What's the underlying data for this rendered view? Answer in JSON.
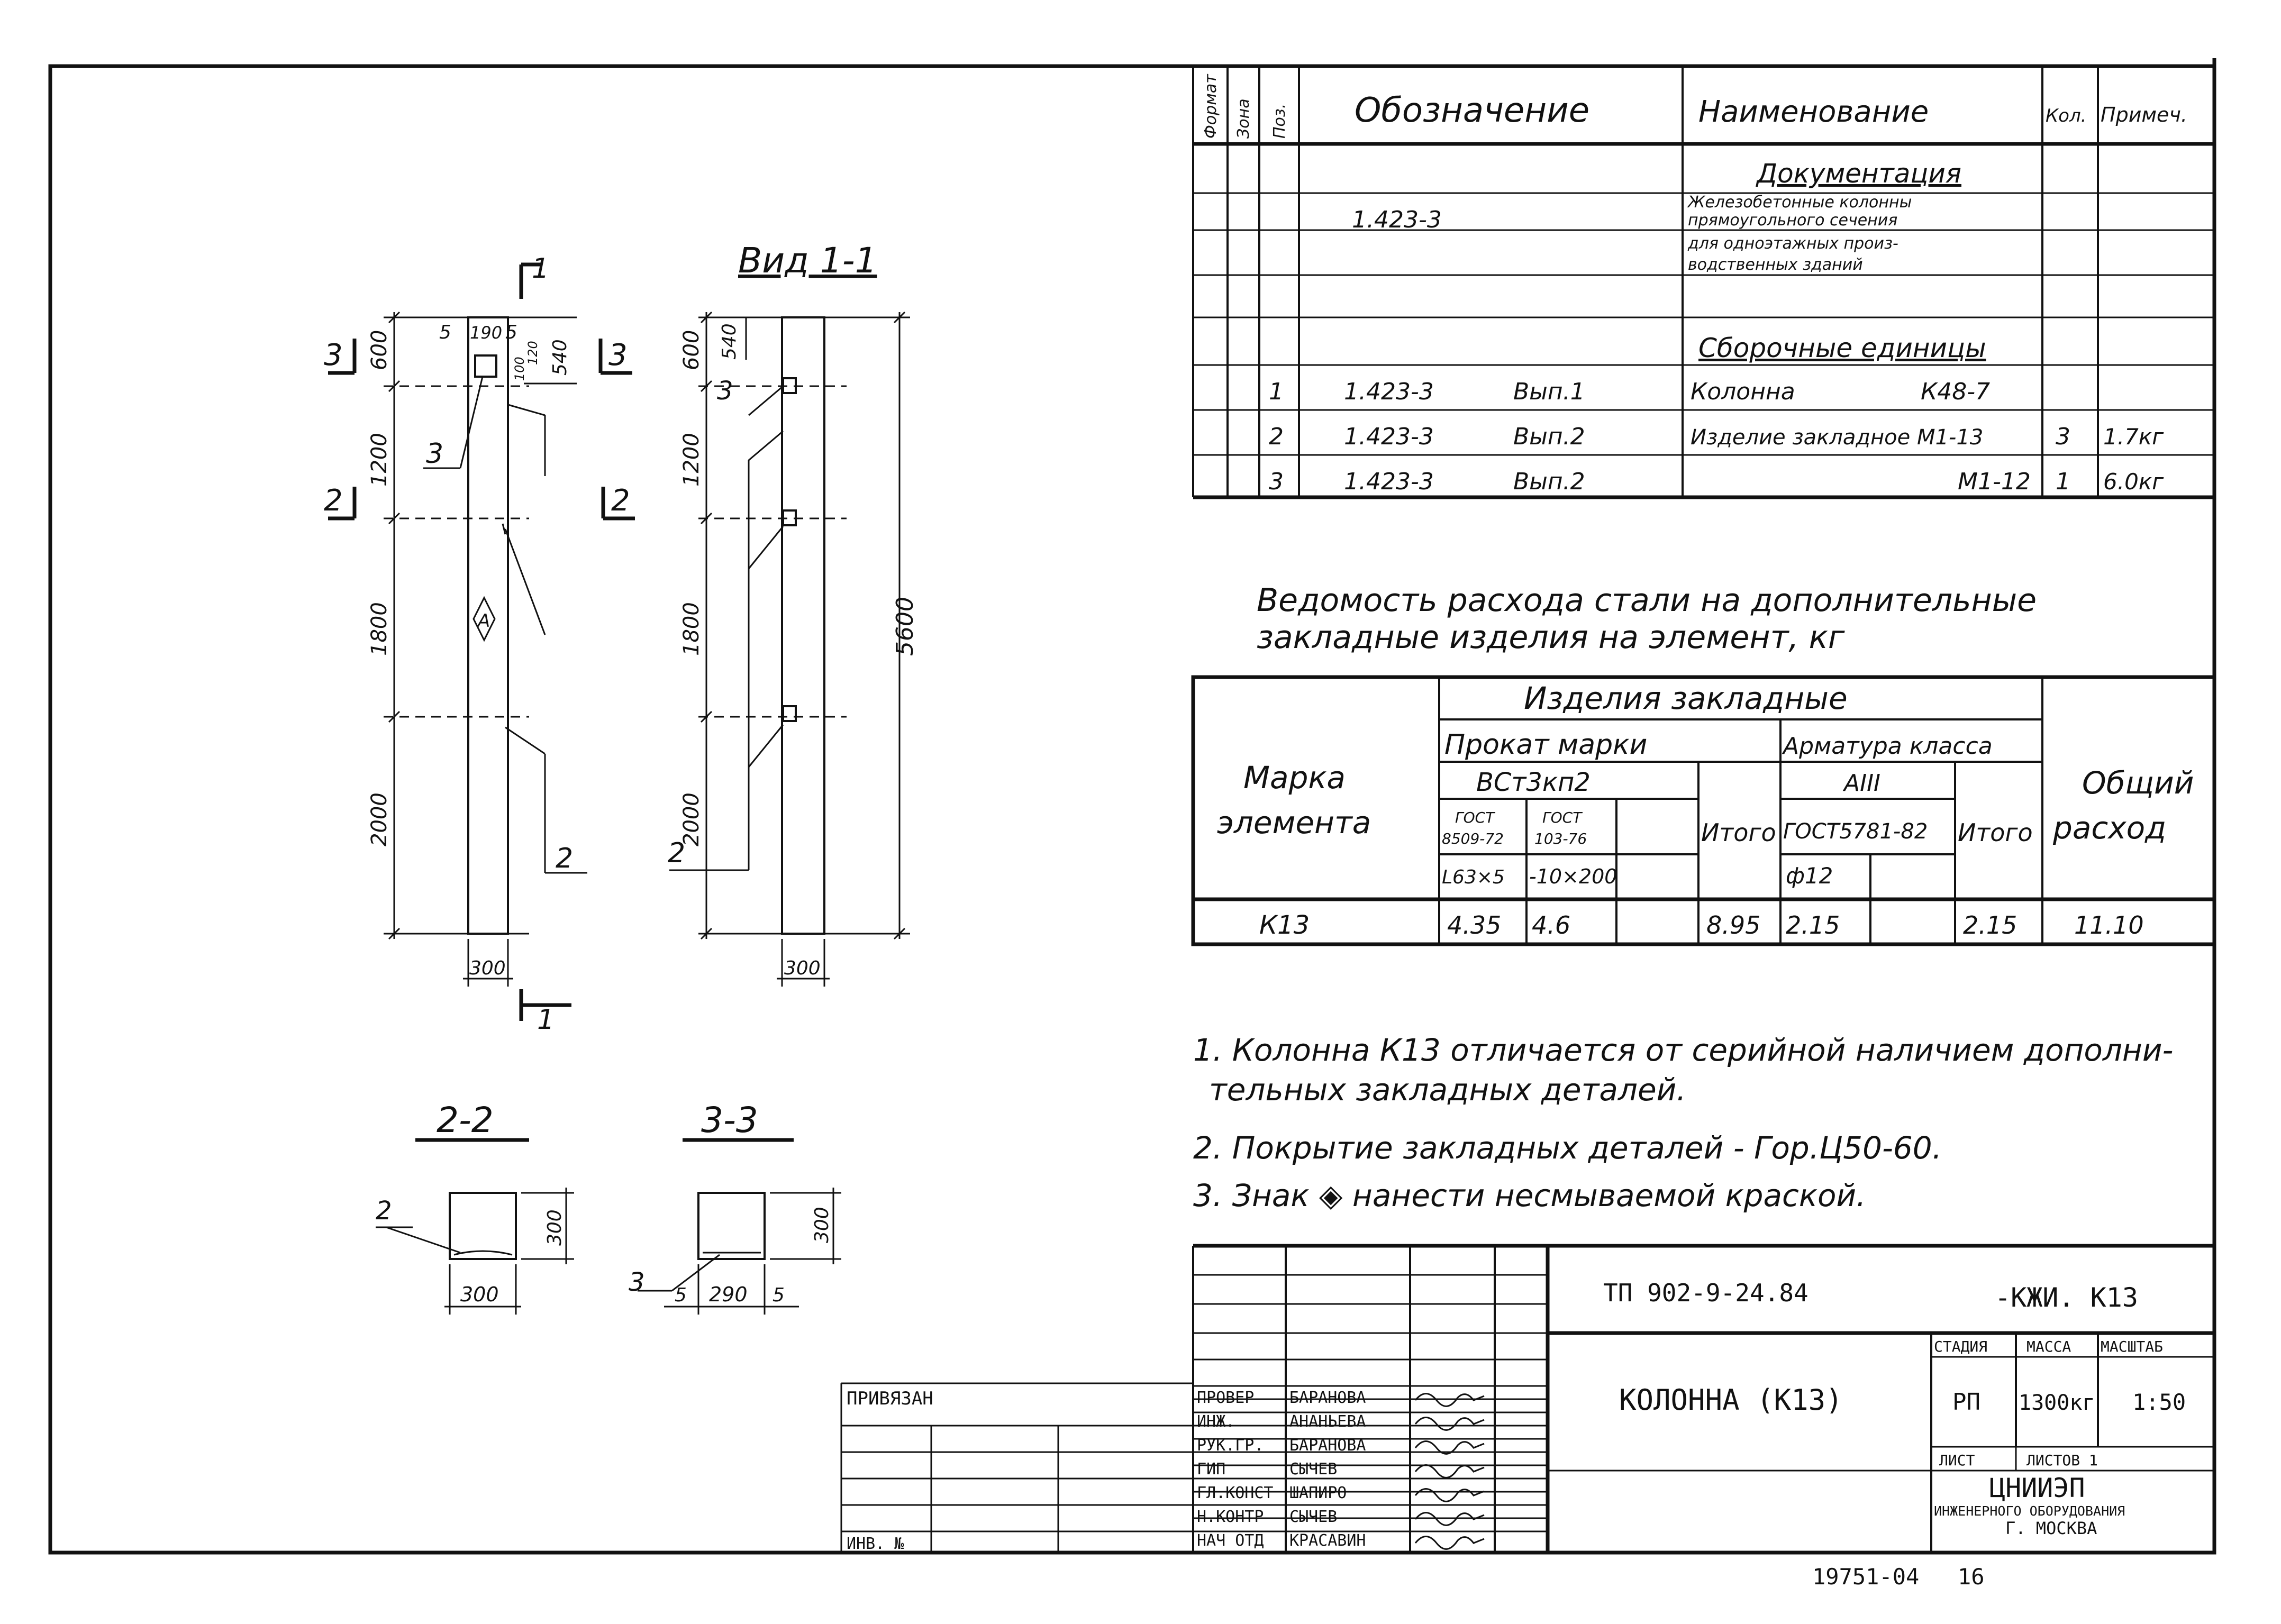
{
  "spec": {
    "headers": [
      "Формат",
      "Зона",
      "Поз.",
      "Обозначение",
      "Наименование",
      "Кол.",
      "Примеч."
    ],
    "doc_section": "Документация",
    "doc_code": "1.423-3",
    "doc_title": [
      "Железобетонные колонны",
      "прямоугольного сечения",
      "для одноэтажных произ-",
      "водственных зданий"
    ],
    "assembly_section": "Сборочные единицы",
    "rows": [
      {
        "pos": "1",
        "code": "1.423-3",
        "issue": "Вып.1",
        "name": "Колонна",
        "mark": "К48-7",
        "qty": "",
        "note": ""
      },
      {
        "pos": "2",
        "code": "1.423-3",
        "issue": "Вып.2",
        "name": "Изделие закладное М1-13",
        "mark": "",
        "qty": "3",
        "note": "1.7кг"
      },
      {
        "pos": "3",
        "code": "1.423-3",
        "issue": "Вып.2",
        "name": "",
        "mark": "М1-12",
        "qty": "1",
        "note": "6.0кг"
      }
    ]
  },
  "steel": {
    "title_line1": "Ведомость расхода стали на дополнительные",
    "title_line2": "закладные изделия на элемент, кг",
    "h_element": "Марка элемента",
    "h_element_l1": "Марка",
    "h_element_l2": "элемента",
    "h_embedded": "Изделия закладные",
    "h_rolled": "Прокат марки",
    "h_rebar": "Арматура класса",
    "h_grade": "ВСт3кп2",
    "h_class": "АIII",
    "h_gost1": "ГОСТ 8509-72",
    "h_gost1_a": "ГОСТ",
    "h_gost1_b": "8509-72",
    "h_gost2": "ГОСТ 103-76",
    "h_gost2_a": "ГОСТ",
    "h_gost2_b": "103-76",
    "h_gost3": "ГОСТ5781-82",
    "h_total1": "Итого",
    "h_total2": "Итого",
    "h_overall": "Общий расход",
    "h_overall_l1": "Общий",
    "h_overall_l2": "расход",
    "s1": "L63×5",
    "s2": "-10×200",
    "s3": "ф12",
    "row": {
      "mark": "К13",
      "v1": "4.35",
      "v2": "4.6",
      "total1": "8.95",
      "v3": "2.15",
      "total2": "2.15",
      "overall": "11.10"
    }
  },
  "notes": [
    "1. Колонна К13 отличается от серийной наличием дополни-",
    "тельных закладных деталей.",
    "2. Покрытие закладных деталей - Гор.Ц50-60.",
    "3. Знак ◈ нанести несмываемой краской."
  ],
  "drawing": {
    "view_title": "Вид 1-1",
    "sec22": "2-2",
    "sec33": "3-3",
    "cut1": "1",
    "cut2": "2",
    "cut3": "3",
    "dims_left": [
      "600",
      "1200",
      "1800",
      "2000"
    ],
    "dims_right": [
      "5",
      "190",
      "5",
      "540"
    ],
    "dim_total": "5600",
    "dim_100": "100",
    "dim_120": "120",
    "dim_540b": "540",
    "dim_300": "300",
    "dim_290": "290",
    "dim_5": "5",
    "lbl_2": "2",
    "lbl_3": "3"
  },
  "titleblock": {
    "code": "ТП 902-9-24.84",
    "suffix": "-КЖИ. К13",
    "title": "КОЛОННА (К13)",
    "stage_h": "СТАДИЯ",
    "mass_h": "МАССА",
    "scale_h": "МАСШТАБ",
    "stage": "РП",
    "mass": "1300кг",
    "scale": "1:50",
    "sheet_h": "ЛИСТ",
    "sheets_h": "ЛИСТОВ 1",
    "org1": "ЦНИИЭП",
    "org2": "ИНЖЕНЕРНОГО ОБОРУДОВАНИЯ",
    "org3": "Г. МОСКВА",
    "signers": [
      {
        "role": "ПРОВЕР",
        "name": "БАРАНОВА"
      },
      {
        "role": "ИНЖ.",
        "name": "АНАНЬЕВА"
      },
      {
        "role": "РУК.ГР.",
        "name": "БАРАНОВА"
      },
      {
        "role": "ГИП",
        "name": "СЫЧЕВ"
      },
      {
        "role": "ГЛ.КОНСТ",
        "name": "ШАПИРО"
      },
      {
        "role": "Н.КОНТР",
        "name": "СЫЧЕВ"
      },
      {
        "role": "НАЧ ОТД",
        "name": "КРАСАВИН"
      }
    ],
    "privyazan": "ПРИВЯЗАН",
    "inv": "ИНВ. №",
    "footer_code": "19751-04",
    "footer_page": "16"
  }
}
